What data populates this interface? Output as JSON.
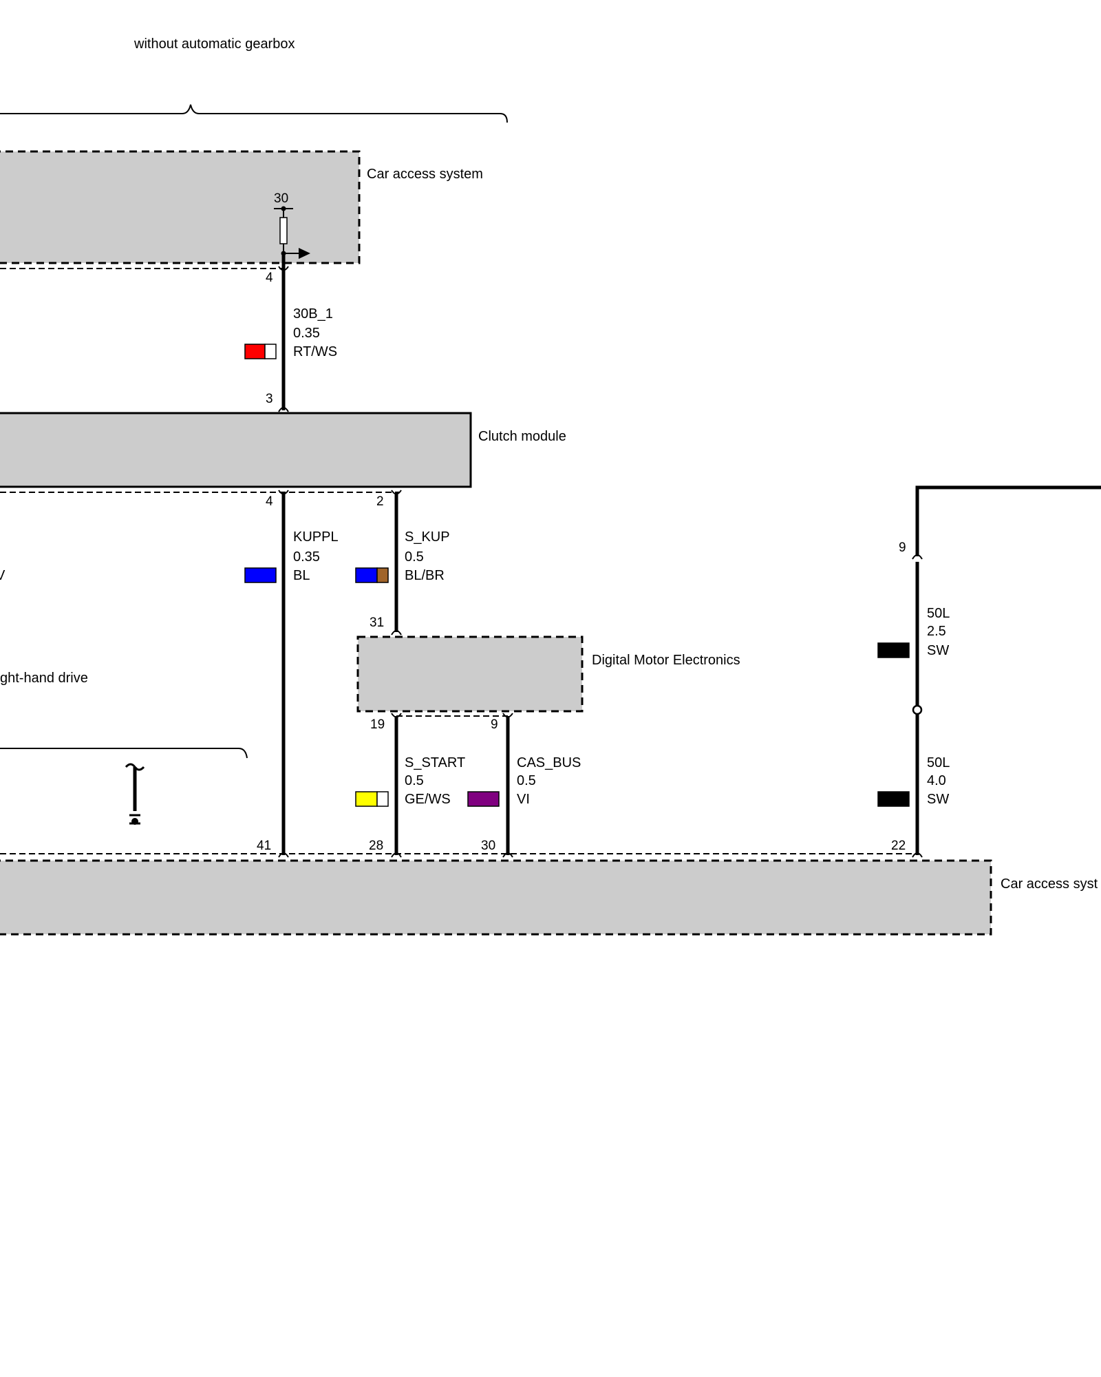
{
  "headers": {
    "without_auto_gearbox": "without automatic gearbox",
    "right_hand_drive": "ght-hand drive"
  },
  "components": {
    "car_access_top": "Car access system",
    "clutch_module": "Clutch module",
    "dme": "Digital Motor Electronics",
    "car_access_bottom": "Car access syst"
  },
  "fragments": {
    "left_w": "V"
  },
  "pins": {
    "cas_top_30": "30",
    "cas_top_4": "4",
    "clutch_3": "3",
    "clutch_4": "4",
    "clutch_2": "2",
    "dme_31": "31",
    "dme_19": "19",
    "dme_9": "9",
    "right_9": "9",
    "cas_b_41": "41",
    "cas_b_28": "28",
    "cas_b_30": "30",
    "cas_b_22": "22"
  },
  "wires": {
    "w30b": {
      "name": "30B_1",
      "gauge": "0.35",
      "color_code": "RT/WS",
      "colors": [
        "#ff0000",
        "#ffffff"
      ]
    },
    "kuppl": {
      "name": "KUPPL",
      "gauge": "0.35",
      "color_code": "BL",
      "colors": [
        "#0000ff"
      ]
    },
    "skup": {
      "name": "S_KUP",
      "gauge": "0.5",
      "color_code": "BL/BR",
      "colors": [
        "#0000ff",
        "#a0642a"
      ]
    },
    "w50l_a": {
      "name": "50L",
      "gauge": "2.5",
      "color_code": "SW",
      "colors": [
        "#000000"
      ]
    },
    "sstart": {
      "name": "S_START",
      "gauge": "0.5",
      "color_code": "GE/WS",
      "colors": [
        "#ffff00",
        "#ffffff"
      ]
    },
    "casbus": {
      "name": "CAS_BUS",
      "gauge": "0.5",
      "color_code": "VI",
      "colors": [
        "#800080"
      ]
    },
    "w50l_b": {
      "name": "50L",
      "gauge": "4.0",
      "color_code": "SW",
      "colors": [
        "#000000"
      ]
    }
  },
  "colors": {
    "module_fill": "#cccccc",
    "line": "#000000"
  }
}
